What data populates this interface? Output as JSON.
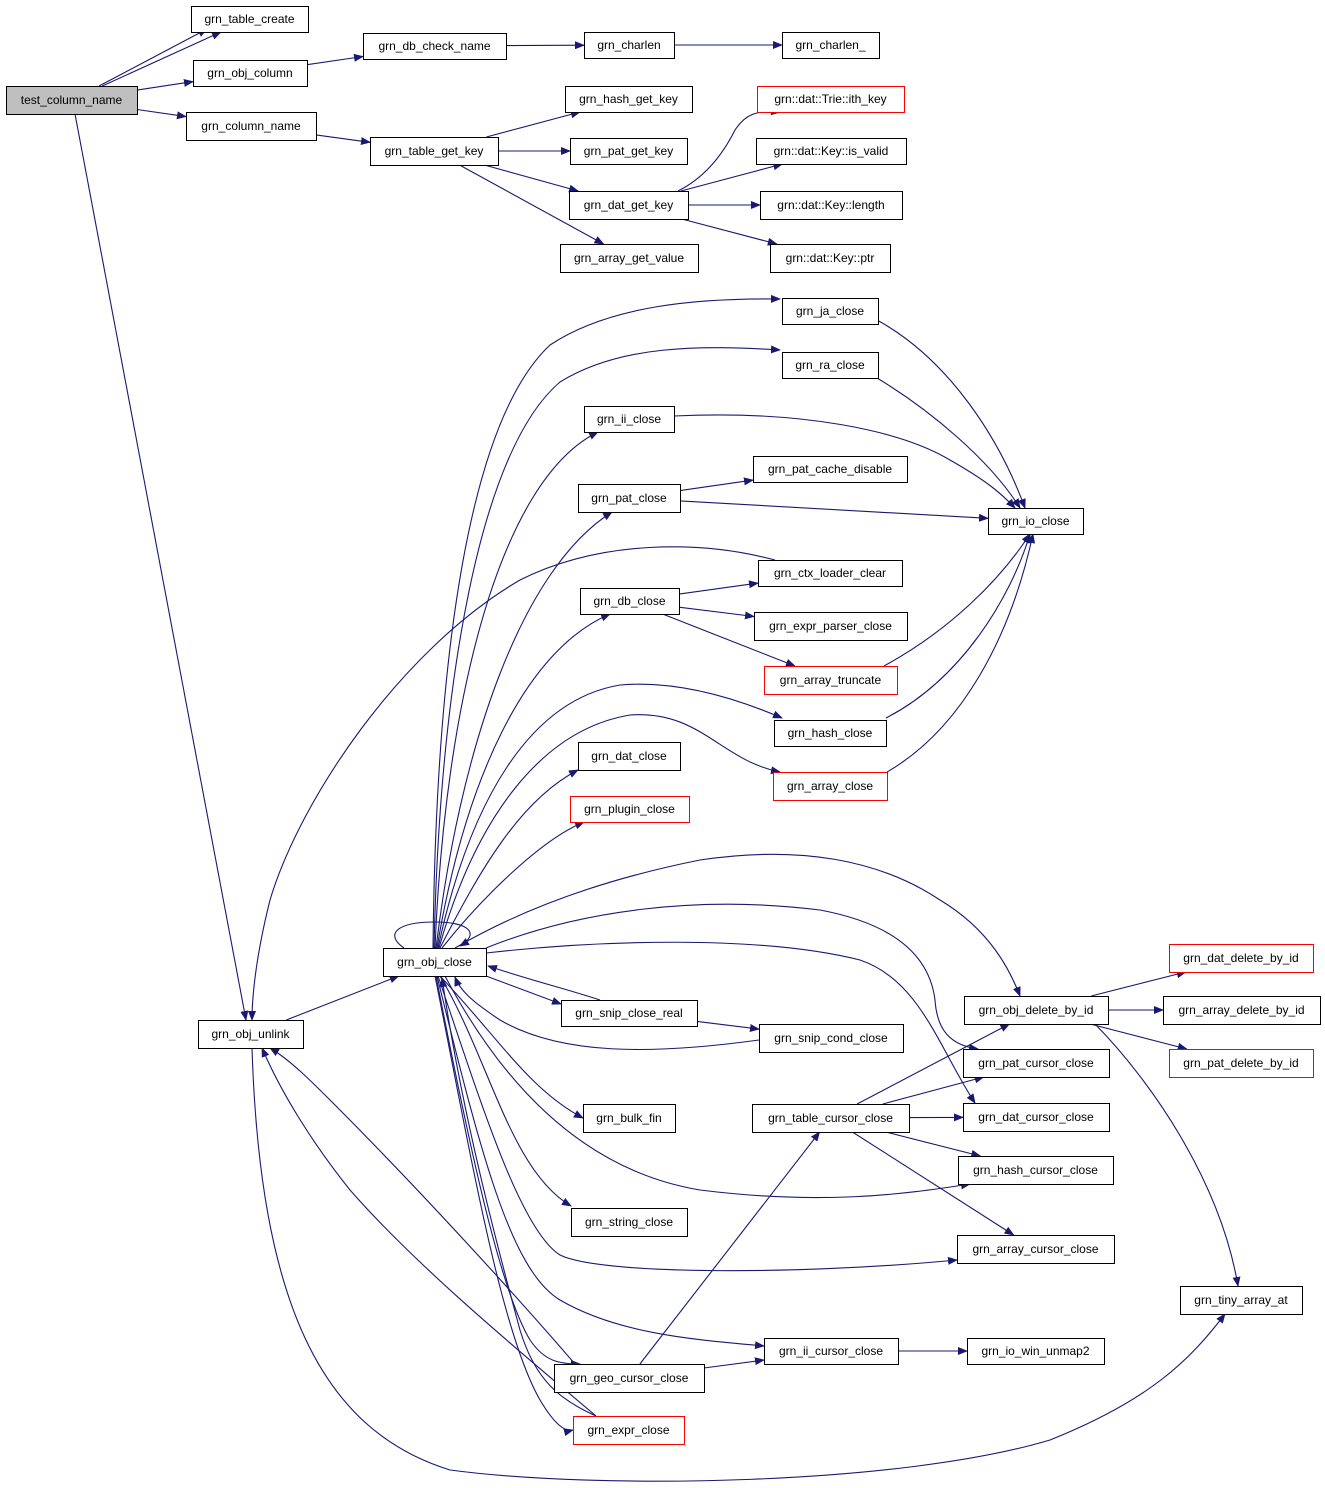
{
  "diagram": {
    "type": "call-graph",
    "colors": {
      "edge": "#191970",
      "root_fill": "#bfbfbf",
      "node_fill": "#ffffff",
      "node_border": "#000000",
      "truncated_border": "#ff0000"
    },
    "nodes": {
      "test_column_name": {
        "label": "test_column_name",
        "kind": "root"
      },
      "grn_table_create": {
        "label": "grn_table_create",
        "kind": "normal"
      },
      "grn_obj_column": {
        "label": "grn_obj_column",
        "kind": "normal"
      },
      "grn_db_check_name": {
        "label": "grn_db_check_name",
        "kind": "normal"
      },
      "grn_charlen": {
        "label": "grn_charlen",
        "kind": "normal"
      },
      "grn_charlen_": {
        "label": "grn_charlen_",
        "kind": "normal"
      },
      "grn_column_name": {
        "label": "grn_column_name",
        "kind": "normal"
      },
      "grn_hash_get_key": {
        "label": "grn_hash_get_key",
        "kind": "normal"
      },
      "grn_table_get_key": {
        "label": "grn_table_get_key",
        "kind": "normal"
      },
      "grn_pat_get_key": {
        "label": "grn_pat_get_key",
        "kind": "normal"
      },
      "grn_dat_get_key": {
        "label": "grn_dat_get_key",
        "kind": "normal"
      },
      "grn_array_get_value": {
        "label": "grn_array_get_value",
        "kind": "normal"
      },
      "trie_ith_key": {
        "label": "grn::dat::Trie::ith_key",
        "kind": "truncated"
      },
      "key_is_valid": {
        "label": "grn::dat::Key::is_valid",
        "kind": "normal"
      },
      "key_length": {
        "label": "grn::dat::Key::length",
        "kind": "normal"
      },
      "key_ptr": {
        "label": "grn::dat::Key::ptr",
        "kind": "normal"
      },
      "grn_ja_close": {
        "label": "grn_ja_close",
        "kind": "normal"
      },
      "grn_ra_close": {
        "label": "grn_ra_close",
        "kind": "normal"
      },
      "grn_ii_close": {
        "label": "grn_ii_close",
        "kind": "normal"
      },
      "grn_pat_cache_disable": {
        "label": "grn_pat_cache_disable",
        "kind": "normal"
      },
      "grn_pat_close": {
        "label": "grn_pat_close",
        "kind": "normal"
      },
      "grn_io_close": {
        "label": "grn_io_close",
        "kind": "normal"
      },
      "grn_ctx_loader_clear": {
        "label": "grn_ctx_loader_clear",
        "kind": "normal"
      },
      "grn_db_close": {
        "label": "grn_db_close",
        "kind": "normal"
      },
      "grn_expr_parser_close": {
        "label": "grn_expr_parser_close",
        "kind": "normal"
      },
      "grn_array_truncate": {
        "label": "grn_array_truncate",
        "kind": "truncated"
      },
      "grn_hash_close": {
        "label": "grn_hash_close",
        "kind": "normal"
      },
      "grn_dat_close": {
        "label": "grn_dat_close",
        "kind": "normal"
      },
      "grn_array_close": {
        "label": "grn_array_close",
        "kind": "truncated"
      },
      "grn_plugin_close": {
        "label": "grn_plugin_close",
        "kind": "truncated"
      },
      "grn_obj_close": {
        "label": "grn_obj_close",
        "kind": "normal"
      },
      "grn_dat_delete_by_id": {
        "label": "grn_dat_delete_by_id",
        "kind": "truncated"
      },
      "grn_obj_delete_by_id": {
        "label": "grn_obj_delete_by_id",
        "kind": "normal"
      },
      "grn_array_delete_by_id": {
        "label": "grn_array_delete_by_id",
        "kind": "normal"
      },
      "grn_snip_close_real": {
        "label": "grn_snip_close_real",
        "kind": "normal"
      },
      "grn_obj_unlink": {
        "label": "grn_obj_unlink",
        "kind": "normal"
      },
      "grn_snip_cond_close": {
        "label": "grn_snip_cond_close",
        "kind": "normal"
      },
      "grn_pat_cursor_close": {
        "label": "grn_pat_cursor_close",
        "kind": "normal"
      },
      "grn_pat_delete_by_id": {
        "label": "grn_pat_delete_by_id",
        "kind": "truncated"
      },
      "grn_bulk_fin": {
        "label": "grn_bulk_fin",
        "kind": "normal"
      },
      "grn_table_cursor_close": {
        "label": "grn_table_cursor_close",
        "kind": "normal"
      },
      "grn_dat_cursor_close": {
        "label": "grn_dat_cursor_close",
        "kind": "normal"
      },
      "grn_hash_cursor_close": {
        "label": "grn_hash_cursor_close",
        "kind": "normal"
      },
      "grn_string_close": {
        "label": "grn_string_close",
        "kind": "normal"
      },
      "grn_array_cursor_close": {
        "label": "grn_array_cursor_close",
        "kind": "normal"
      },
      "grn_tiny_array_at": {
        "label": "grn_tiny_array_at",
        "kind": "normal"
      },
      "grn_ii_cursor_close": {
        "label": "grn_ii_cursor_close",
        "kind": "normal"
      },
      "grn_io_win_unmap2": {
        "label": "grn_io_win_unmap2",
        "kind": "normal"
      },
      "grn_geo_cursor_close": {
        "label": "grn_geo_cursor_close",
        "kind": "normal"
      },
      "grn_expr_close": {
        "label": "grn_expr_close",
        "kind": "truncated"
      }
    },
    "edges": [
      [
        "test_column_name",
        "grn_table_create"
      ],
      [
        "test_column_name",
        "grn_obj_column"
      ],
      [
        "test_column_name",
        "grn_charlen"
      ],
      [
        "test_column_name",
        "grn_column_name"
      ],
      [
        "test_column_name",
        "grn_obj_unlink"
      ],
      [
        "grn_obj_column",
        "grn_db_check_name"
      ],
      [
        "grn_db_check_name",
        "grn_charlen"
      ],
      [
        "grn_charlen",
        "grn_charlen_"
      ],
      [
        "grn_column_name",
        "grn_table_get_key"
      ],
      [
        "grn_table_get_key",
        "grn_hash_get_key"
      ],
      [
        "grn_table_get_key",
        "grn_pat_get_key"
      ],
      [
        "grn_table_get_key",
        "grn_dat_get_key"
      ],
      [
        "grn_table_get_key",
        "grn_array_get_value"
      ],
      [
        "grn_dat_get_key",
        "trie_ith_key"
      ],
      [
        "grn_dat_get_key",
        "key_is_valid"
      ],
      [
        "grn_dat_get_key",
        "key_length"
      ],
      [
        "grn_dat_get_key",
        "key_ptr"
      ],
      [
        "grn_obj_unlink",
        "grn_obj_close"
      ],
      [
        "grn_obj_unlink",
        "grn_tiny_array_at"
      ],
      [
        "grn_obj_close",
        "grn_obj_close"
      ],
      [
        "grn_obj_close",
        "grn_ja_close"
      ],
      [
        "grn_obj_close",
        "grn_ra_close"
      ],
      [
        "grn_obj_close",
        "grn_ii_close"
      ],
      [
        "grn_obj_close",
        "grn_pat_close"
      ],
      [
        "grn_obj_close",
        "grn_db_close"
      ],
      [
        "grn_obj_close",
        "grn_hash_close"
      ],
      [
        "grn_obj_close",
        "grn_array_close"
      ],
      [
        "grn_obj_close",
        "grn_dat_close"
      ],
      [
        "grn_obj_close",
        "grn_plugin_close"
      ],
      [
        "grn_obj_close",
        "grn_obj_delete_by_id"
      ],
      [
        "grn_obj_close",
        "grn_pat_cursor_close"
      ],
      [
        "grn_obj_close",
        "grn_dat_cursor_close"
      ],
      [
        "grn_obj_close",
        "grn_snip_close_real"
      ],
      [
        "grn_obj_close",
        "grn_bulk_fin"
      ],
      [
        "grn_obj_close",
        "grn_hash_cursor_close"
      ],
      [
        "grn_obj_close",
        "grn_string_close"
      ],
      [
        "grn_obj_close",
        "grn_array_cursor_close"
      ],
      [
        "grn_obj_close",
        "grn_ii_cursor_close"
      ],
      [
        "grn_obj_close",
        "grn_geo_cursor_close"
      ],
      [
        "grn_obj_close",
        "grn_expr_close"
      ],
      [
        "grn_ja_close",
        "grn_io_close"
      ],
      [
        "grn_ra_close",
        "grn_io_close"
      ],
      [
        "grn_ii_close",
        "grn_io_close"
      ],
      [
        "grn_pat_close",
        "grn_pat_cache_disable"
      ],
      [
        "grn_pat_close",
        "grn_io_close"
      ],
      [
        "grn_db_close",
        "grn_ctx_loader_clear"
      ],
      [
        "grn_db_close",
        "grn_expr_parser_close"
      ],
      [
        "grn_db_close",
        "grn_array_truncate"
      ],
      [
        "grn_array_truncate",
        "grn_io_close"
      ],
      [
        "grn_hash_close",
        "grn_io_close"
      ],
      [
        "grn_array_close",
        "grn_io_close"
      ],
      [
        "grn_ctx_loader_clear",
        "grn_obj_unlink"
      ],
      [
        "grn_snip_close_real",
        "grn_obj_close"
      ],
      [
        "grn_snip_close_real",
        "grn_snip_cond_close"
      ],
      [
        "grn_snip_cond_close",
        "grn_obj_close"
      ],
      [
        "grn_obj_delete_by_id",
        "grn_dat_delete_by_id"
      ],
      [
        "grn_obj_delete_by_id",
        "grn_array_delete_by_id"
      ],
      [
        "grn_obj_delete_by_id",
        "grn_pat_delete_by_id"
      ],
      [
        "grn_obj_delete_by_id",
        "grn_tiny_array_at"
      ],
      [
        "grn_table_cursor_close",
        "grn_obj_delete_by_id"
      ],
      [
        "grn_table_cursor_close",
        "grn_pat_cursor_close"
      ],
      [
        "grn_table_cursor_close",
        "grn_dat_cursor_close"
      ],
      [
        "grn_table_cursor_close",
        "grn_hash_cursor_close"
      ],
      [
        "grn_table_cursor_close",
        "grn_array_cursor_close"
      ],
      [
        "grn_ii_cursor_close",
        "grn_io_win_unmap2"
      ],
      [
        "grn_geo_cursor_close",
        "grn_table_cursor_close"
      ],
      [
        "grn_geo_cursor_close",
        "grn_ii_cursor_close"
      ],
      [
        "grn_geo_cursor_close",
        "grn_obj_unlink"
      ],
      [
        "grn_expr_close",
        "grn_obj_close"
      ],
      [
        "grn_expr_close",
        "grn_obj_unlink"
      ]
    ]
  }
}
